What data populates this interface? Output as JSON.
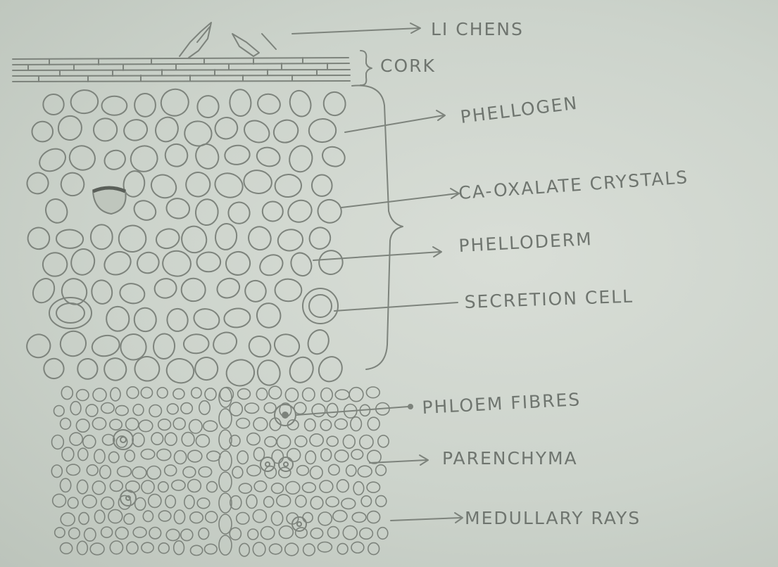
{
  "labels": {
    "lichens": "LI CHENS",
    "cork": "CORK",
    "phellogen": "PHELLOGEN",
    "ca_oxalate": "CA-OXALATE CRYSTALS",
    "phelloderm": "PHELLODERM",
    "secretion_cell": "SECRETION CELL",
    "phloem_fibres": "PHLOEM FIBRES",
    "parenchyma": "PARENCHYMA",
    "medullary_rays": "MEDULLARY RAYS"
  },
  "colors": {
    "paper": "#ccd3cb",
    "pencil": "#7d837c",
    "crystal": "#5a5f59"
  }
}
